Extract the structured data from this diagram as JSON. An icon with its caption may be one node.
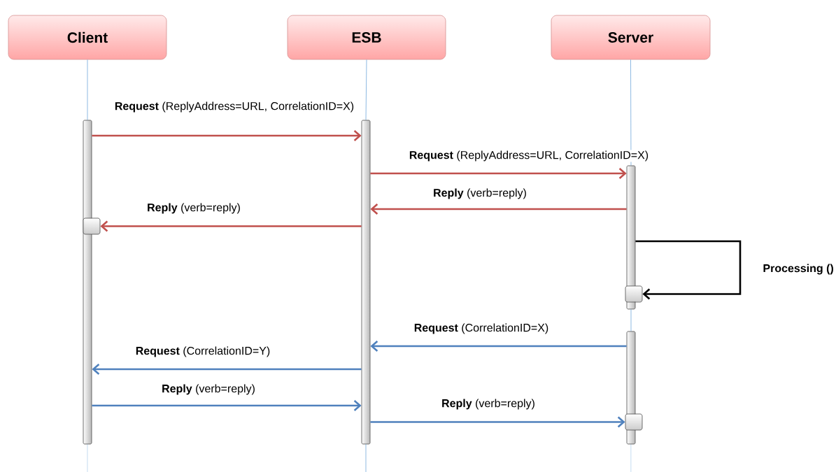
{
  "diagram": {
    "nodes": [
      {
        "text": [
          "Client"
        ]
      },
      {
        "text": [
          "ESB"
        ]
      },
      {
        "text": [
          "Server"
        ]
      },
      {
        "text": [],
        "shape": "bar"
      },
      {
        "text": [],
        "shape": "bar"
      },
      {
        "text": [],
        "shape": "bar"
      },
      {
        "text": [],
        "shape": "bar"
      },
      {
        "text": [],
        "shape": "box"
      },
      {
        "text": [],
        "shape": "box"
      },
      {
        "text": [],
        "shape": "box"
      }
    ],
    "edges": [
      {
        "from": 0,
        "to": 3,
        "arrow": "none",
        "color": "#5b9bd5"
      },
      {
        "from": 1,
        "to": 4,
        "arrow": "none",
        "color": "#5b9bd5"
      },
      {
        "from": 2,
        "to": 5,
        "arrow": "none",
        "color": "#5b9bd5"
      },
      {
        "from": 5,
        "to": 6,
        "arrow": "none",
        "color": "#5b9bd5"
      },
      {
        "from": 3,
        "to": null,
        "arrow": "none",
        "color": "#5b9bd5"
      },
      {
        "from": 4,
        "to": null,
        "arrow": "none",
        "color": "#5b9bd5"
      },
      {
        "from": 6,
        "to": null,
        "arrow": "none",
        "color": "#5b9bd5"
      },
      {
        "from": 3,
        "to": 4,
        "arrow": "to",
        "label": "**Request** (ReplyAddress=URL, CorrelationID=X)",
        "color": "#c0504d"
      },
      {
        "from": 4,
        "to": 5,
        "arrow": "to",
        "label": "**Request** (ReplyAddress=URL, CorrelationID=X)",
        "color": "#c0504d"
      },
      {
        "from": 5,
        "to": 4,
        "arrow": "to",
        "label": "**Reply** (verb=reply)",
        "color": "#c0504d"
      },
      {
        "from": 4,
        "to": 7,
        "arrow": "to",
        "label": "**Reply** (verb=reply)",
        "color": "#c0504d"
      },
      {
        "from": 5,
        "to": 8,
        "arrow": "to",
        "label": "**Processing ()**",
        "color": "#000000"
      },
      {
        "from": 6,
        "to": 4,
        "arrow": "to",
        "label": "**Request** (CorrelationID=X)",
        "color": "#4f81bd"
      },
      {
        "from": 4,
        "to": 3,
        "arrow": "to",
        "label": "**Request** (CorrelationID=Y)",
        "color": "#4f81bd"
      },
      {
        "from": 3,
        "to": 4,
        "arrow": "to",
        "label": "**Reply** (verb=reply)",
        "color": "#4f81bd"
      },
      {
        "from": 4,
        "to": 9,
        "arrow": "to",
        "label": "**Reply** (verb=reply)",
        "color": "#4f81bd"
      }
    ]
  }
}
